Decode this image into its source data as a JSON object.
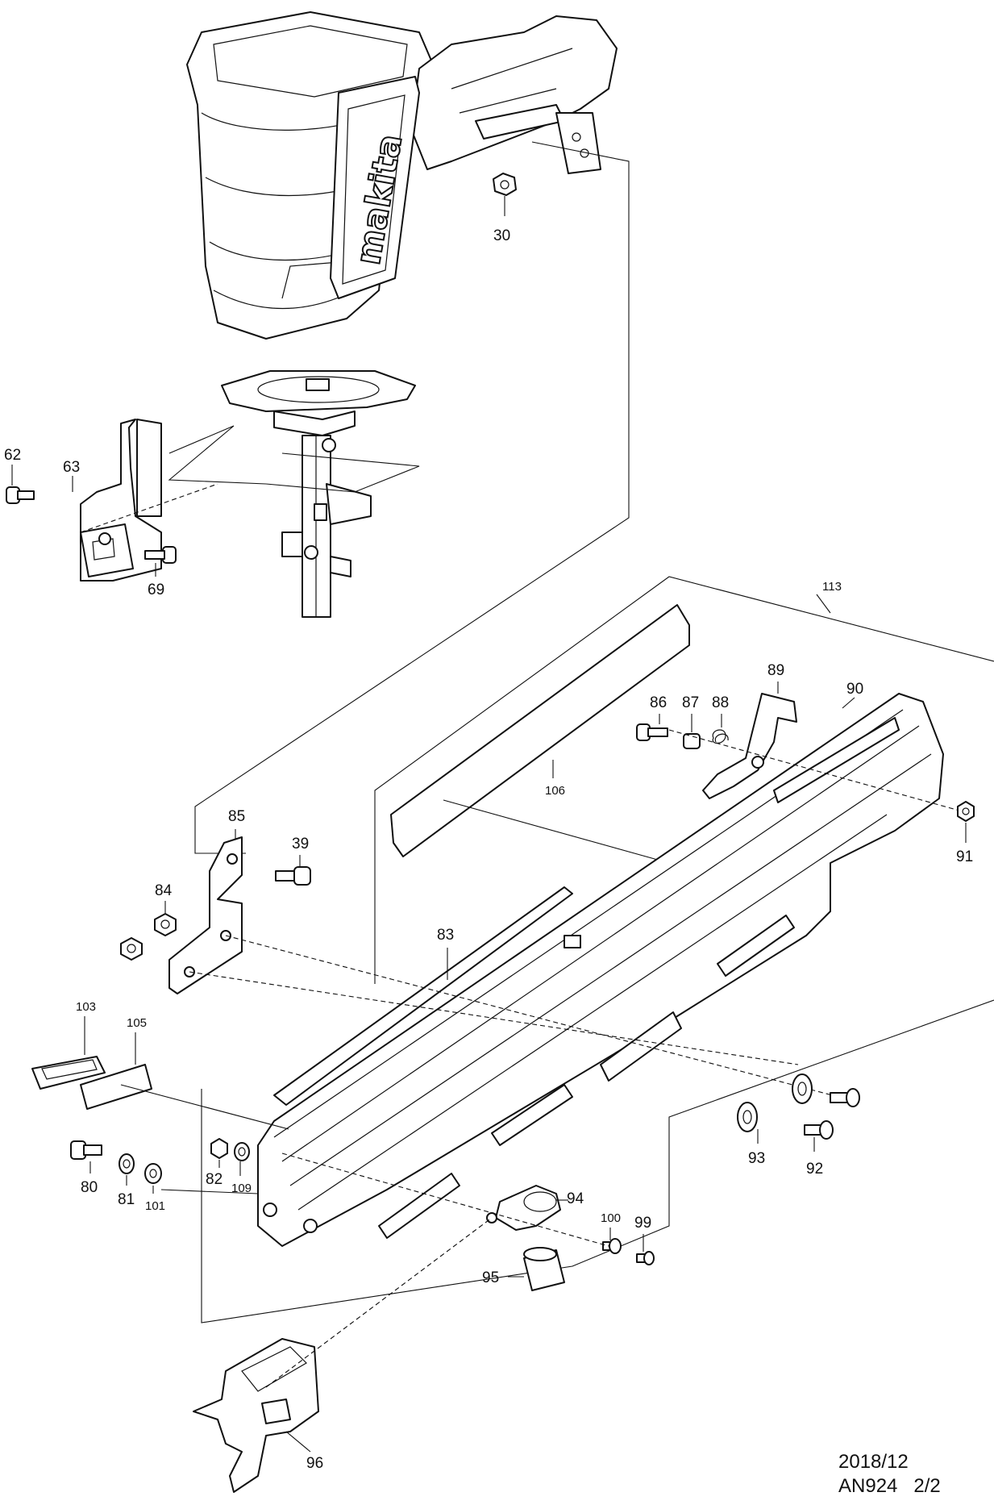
{
  "diagram": {
    "brand_logo_text": "makita",
    "callouts": {
      "p30": "30",
      "p62": "62",
      "p63": "63",
      "p69": "69",
      "p80": "80",
      "p81": "81",
      "p82": "82",
      "p83": "83",
      "p84": "84",
      "p85": "85",
      "p86": "86",
      "p87": "87",
      "p88": "88",
      "p89": "89",
      "p90": "90",
      "p91": "91",
      "p92": "92",
      "p93": "93",
      "p94": "94",
      "p95": "95",
      "p96": "96",
      "p99": "99",
      "p100": "100",
      "p101": "101",
      "p103": "103",
      "p105": "105",
      "p106": "106",
      "p109": "109",
      "p113": "113",
      "p39": "39"
    }
  },
  "footer": {
    "date": "2018/12",
    "model": "AN924",
    "page": "2/2"
  }
}
